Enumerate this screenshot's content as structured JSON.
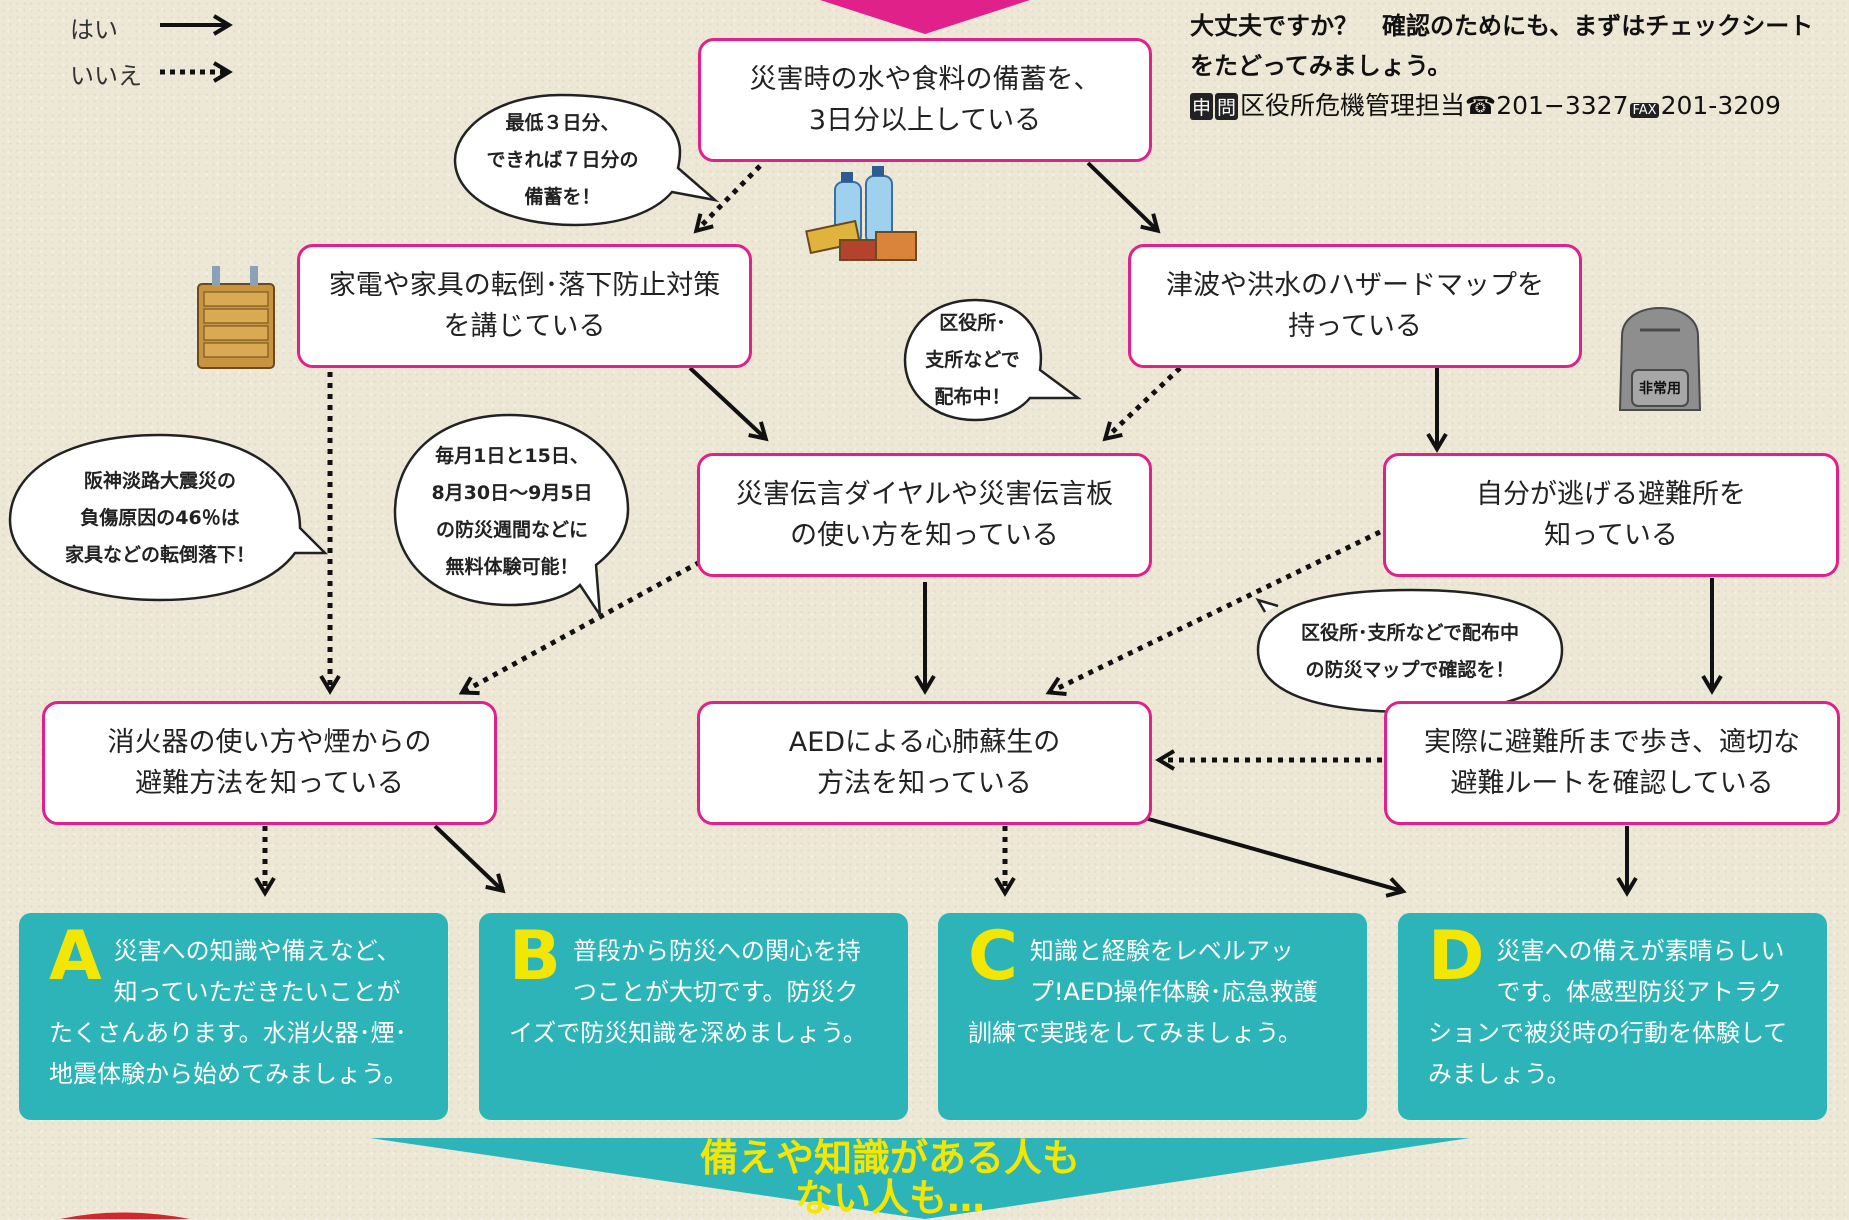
{
  "legend": {
    "yes": "はい",
    "no": "いいえ"
  },
  "intro": {
    "text": "大丈夫ですか？　確認のためにも、まずはチェックシートをたどってみましょう。",
    "contact_tags": [
      "申",
      "問"
    ],
    "contact_text": "区役所危機管理担当",
    "phone_icon": "phone-icon",
    "phone": "201−3327",
    "fax_label": "FAX",
    "fax": "201-3209"
  },
  "questions": {
    "q1": "災害時の水や食料の備蓄を、\n3日分以上している",
    "q2": "家電や家具の転倒･落下防止対策\nを講じている",
    "q3": "津波や洪水のハザードマップを\n持っている",
    "q4": "災害伝言ダイヤルや災害伝言板\nの使い方を知っている",
    "q5": "自分が逃げる避難所を\n知っている",
    "q6": "消火器の使い方や煙からの\n避難方法を知っている",
    "q7": "AEDによる心肺蘇生の\n方法を知っている",
    "q8": "実際に避難所まで歩き、適切な\n避難ルートを確認している"
  },
  "bubbles": {
    "b1": "最低３日分、\nできれば７日分の\n備蓄を！",
    "b2": "区役所･\n支所などで\n配布中！",
    "b3": "阪神淡路大震災の\n負傷原因の46％は\n家具などの転倒落下！",
    "b4": "毎月1日と15日、\n8月30日～9月5日\nの防災週間などに\n無料体験可能！",
    "b5": "区役所･支所などで配布中\nの防災マップで確認を！"
  },
  "results": [
    {
      "letter": "A",
      "text": "災害への知識や備えなど、知っていただきたいことがたくさんあります。水消火器･煙･地震体験から始めてみましょう。"
    },
    {
      "letter": "B",
      "text": "普段から防災への関心を持つことが大切です。防災クイズで防災知識を深めましょう。"
    },
    {
      "letter": "C",
      "text": "知識と経験をレベルアップ!AED操作体験･応急救護訓練で実践をしてみましょう。"
    },
    {
      "letter": "D",
      "text": "災害への備えが素晴らしいです。体感型防災アトラクションで被災時の行動を体験してみましょう。"
    }
  ],
  "illustrations": {
    "drawer_icon": "drawer-icon",
    "water_icon": "water-bottles-icon",
    "bag_icon": "emergency-bag-icon",
    "bag_label": "非常用"
  },
  "bottom_banner": "備えや知識がある人も\nない人も…",
  "colors": {
    "accent_pink": "#e0218a",
    "result_teal": "#2db4b9",
    "letter_yellow": "#f3e600"
  }
}
